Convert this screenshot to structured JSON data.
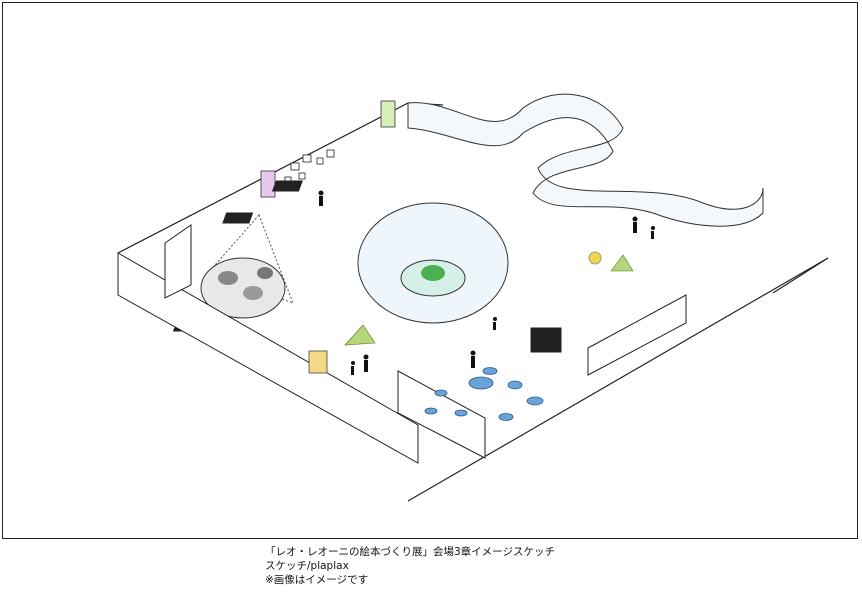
{
  "caption": {
    "line1": "「レオ・レオーニの絵本づくり展」会場3章イメージスケッチ",
    "line2": "スケッチ/plaplax",
    "line3": "※画像はイメージです"
  }
}
